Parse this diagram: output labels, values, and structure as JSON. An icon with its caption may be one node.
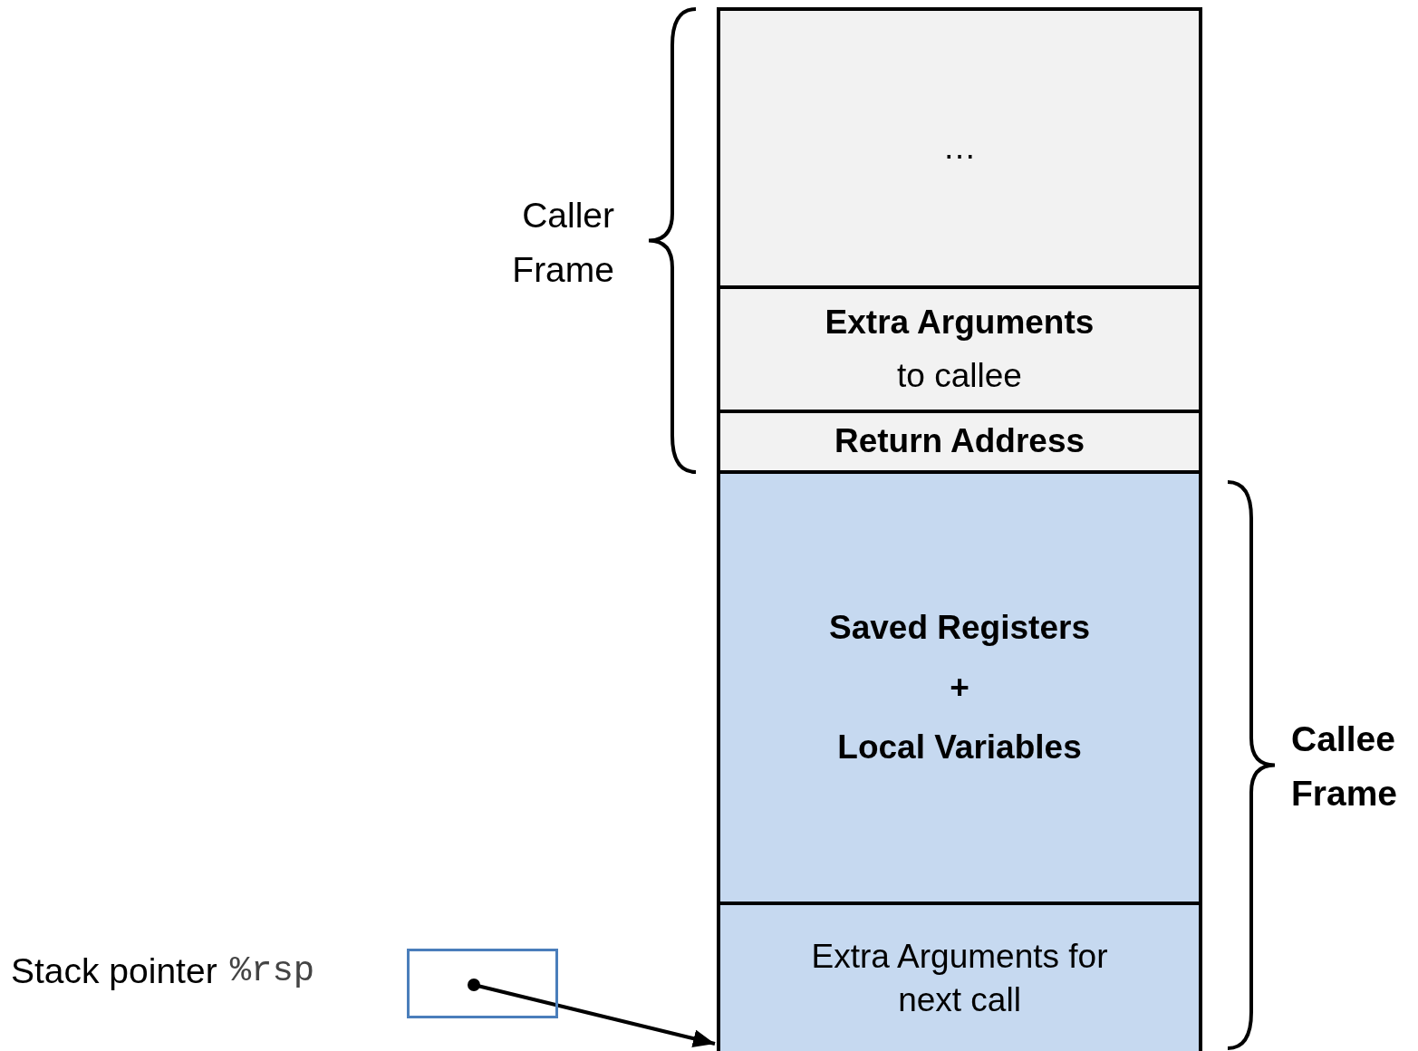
{
  "diagram": {
    "nodes": [
      {
        "text": [
          "…"
        ]
      },
      {
        "text": [
          "Extra Arguments",
          "to callee"
        ]
      },
      {
        "text": [
          "Return Address"
        ]
      },
      {
        "text": [
          "Saved Registers",
          "+",
          "Local Variables"
        ]
      },
      {
        "text": [
          "Extra Arguments for next call"
        ]
      },
      {
        "text": [],
        "shape": "box",
        "beside": [
          "Stack pointer",
          "%rsp"
        ]
      }
    ],
    "edges": [
      {
        "from": 5,
        "to": 4,
        "arrow": "to"
      }
    ],
    "labels": [
      "Caller Frame",
      "Callee Frame"
    ]
  }
}
